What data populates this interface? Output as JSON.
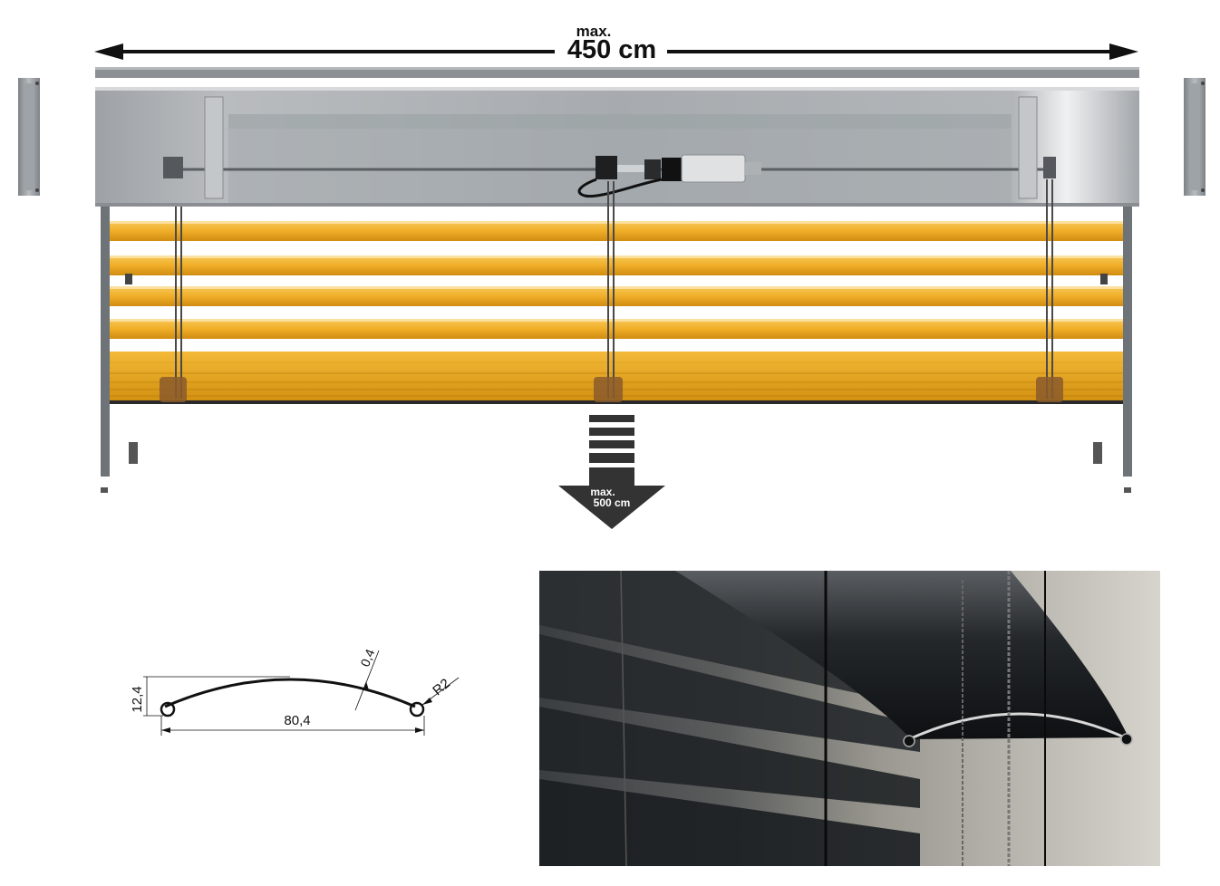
{
  "width_dimension": {
    "prefix": "max.",
    "value": "450 cm"
  },
  "drop_dimension": {
    "prefix": "max.",
    "value": "500 cm"
  },
  "profile_drawing": {
    "height": "12,4",
    "width": "80,4",
    "thickness": "0,4",
    "radius": "R2"
  },
  "colors": {
    "slat": "#f2b233",
    "slat_dark": "#d89415",
    "head_box": "#a9adb1",
    "steel": "#6e7378",
    "arrow": "#333333",
    "photo_wall": "#c9c7bf",
    "photo_slat": "#1c1f22"
  }
}
